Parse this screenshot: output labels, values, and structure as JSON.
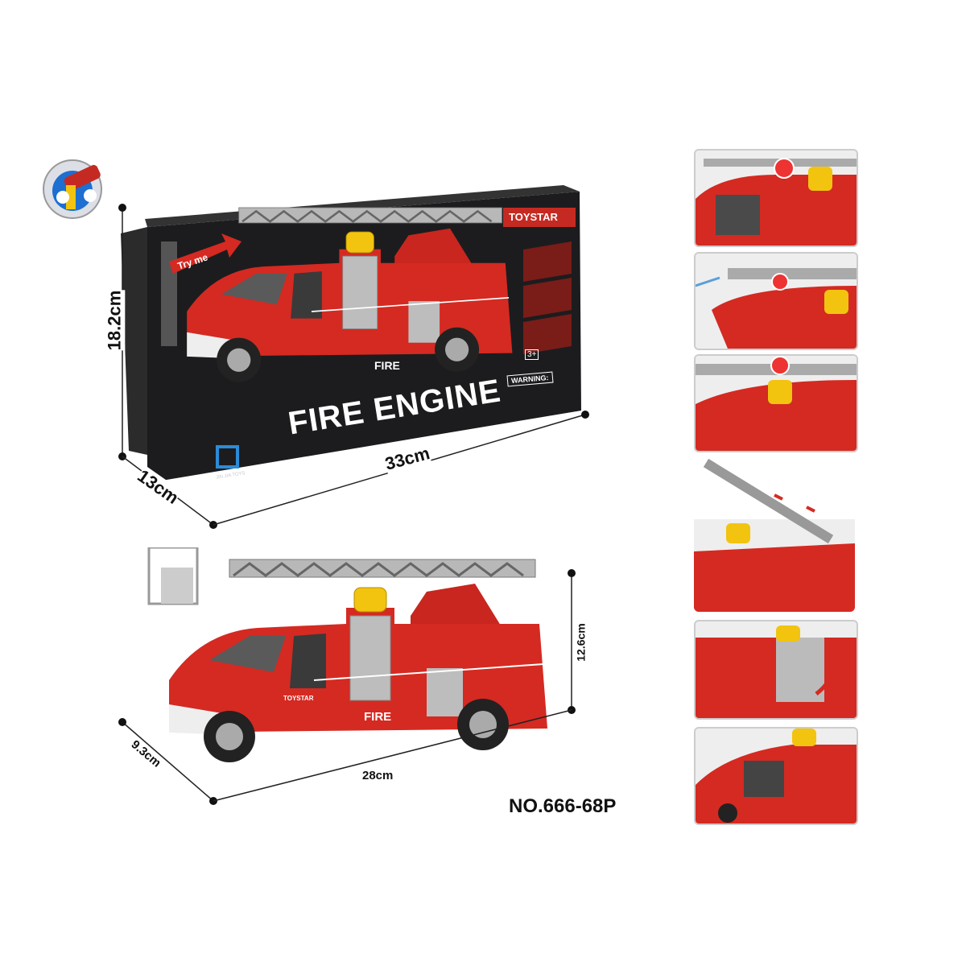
{
  "box": {
    "title": "FIRE ENGINE",
    "brand": "TOYSTAR",
    "try_me": "Try me",
    "warning": "WARNING:",
    "age": "3+",
    "maker": "JIN JIA TOYS",
    "side_text": "FIRE"
  },
  "box_dimensions": {
    "height": "18.2cm",
    "depth": "13cm",
    "width": "33cm"
  },
  "toy": {
    "side_text": "FIRE",
    "brand": "TOYSTAR"
  },
  "toy_dimensions": {
    "height": "12.6cm",
    "depth": "9.3cm",
    "width": "28cm"
  },
  "model_number": "NO.666-68P",
  "colors": {
    "truck_red": "#d42a22",
    "box_black": "#1c1c1e",
    "ladder_gray": "#a8a8a8",
    "light_yellow": "#f2c40f"
  },
  "feature_panels": [
    {
      "icon": "press-down-arrow-icon",
      "feature": "siren"
    },
    {
      "icon": "press-button-icon",
      "feature": "water-spray"
    },
    {
      "icon": "press-down-arrow-icon",
      "feature": "lights-sound"
    },
    {
      "icon": "extend-arrows-icon",
      "feature": "ladder-extend"
    },
    {
      "icon": "open-arrow-icon",
      "feature": "compartment-open"
    },
    {
      "icon": "open-arrow-icon",
      "feature": "doors-open"
    }
  ]
}
